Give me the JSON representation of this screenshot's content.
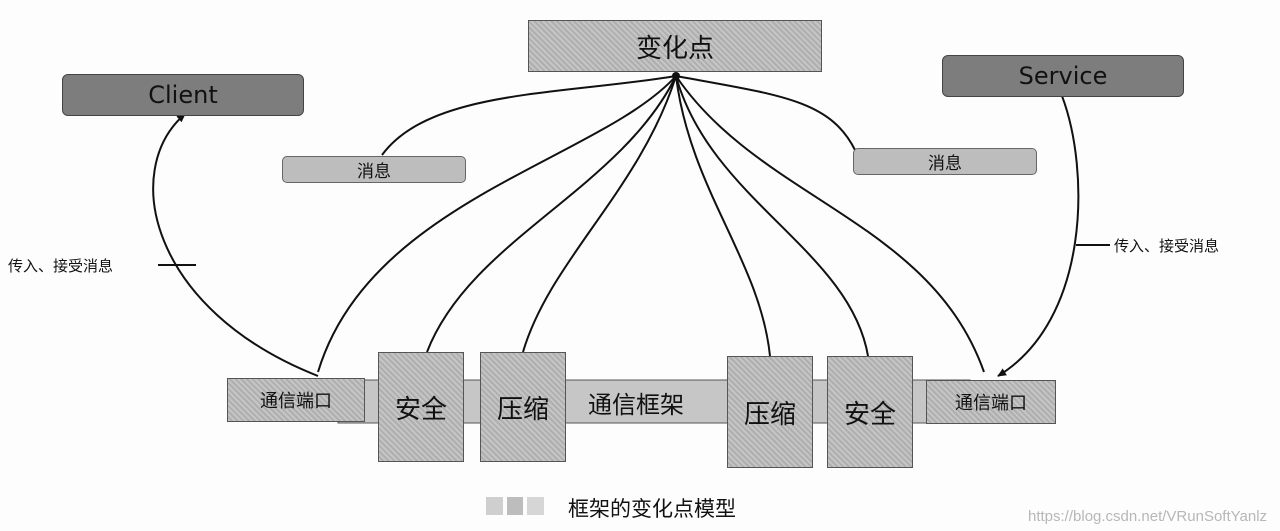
{
  "diagram": {
    "top_node": "变化点",
    "client": "Client",
    "service": "Service",
    "message_left": "消息",
    "message_right": "消息",
    "io_label_left": "传入、接受消息",
    "io_label_right": "传入、接受消息",
    "port_left": "通信端口",
    "port_right": "通信端口",
    "security_left": "安全",
    "compress_left": "压缩",
    "framework": "通信框架",
    "compress_right": "压缩",
    "security_right": "安全"
  },
  "caption": "框架的变化点模型",
  "watermark": "https://blog.csdn.net/VRunSoftYanlz"
}
